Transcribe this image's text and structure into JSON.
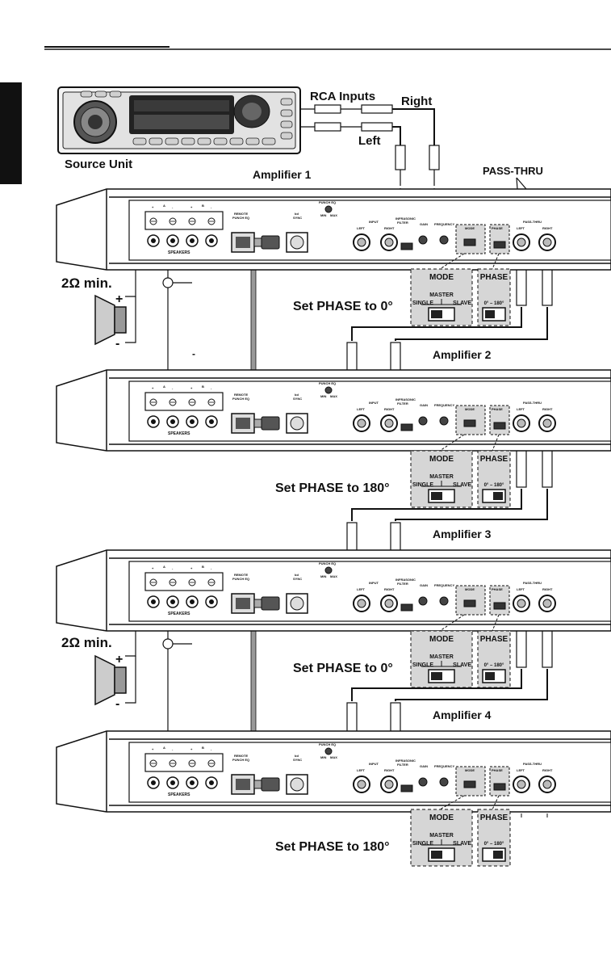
{
  "source_unit": {
    "label": "Source Unit",
    "rca_inputs_label": "RCA Inputs",
    "right_label": "Right",
    "left_label": "Left"
  },
  "pass_thru_label": "PASS-THRU",
  "speaker_load_label": "2Ω min.",
  "panel_labels": {
    "speakers": "SPEAKERS",
    "remote_punch_eq": [
      "REMOTE",
      "PUNCH EQ"
    ],
    "bd_sync": [
      "bd",
      "SYNC"
    ],
    "punch_eq": "PUNCH EQ",
    "min": "MIN",
    "max": "MAX",
    "input": "INPUT",
    "left": "LEFT",
    "right": "RIGHT",
    "infrasonic_filter": [
      "INFRASONIC",
      "FILTER"
    ],
    "gain": "GAIN",
    "frequency": "FREQUENCY",
    "mode": "MODE",
    "phase": "PHASE",
    "pass_thru": "PASS-THRU",
    "plus": "+",
    "minus": "-",
    "a": "A",
    "b": "B"
  },
  "switch_box": {
    "mode_title": "MODE",
    "master": "MASTER",
    "single": "SINGLE",
    "slave": "SLAVE",
    "phase_title": "PHASE",
    "phase_range": "0° – 180°"
  },
  "amplifiers": [
    {
      "name": "Amplifier 1",
      "phase_instruction": "Set PHASE to 0°"
    },
    {
      "name": "Amplifier 2",
      "phase_instruction": "Set PHASE to 180°"
    },
    {
      "name": "Amplifier 3",
      "phase_instruction": "Set PHASE to 0°"
    },
    {
      "name": "Amplifier 4",
      "phase_instruction": "Set PHASE to 180°"
    }
  ]
}
